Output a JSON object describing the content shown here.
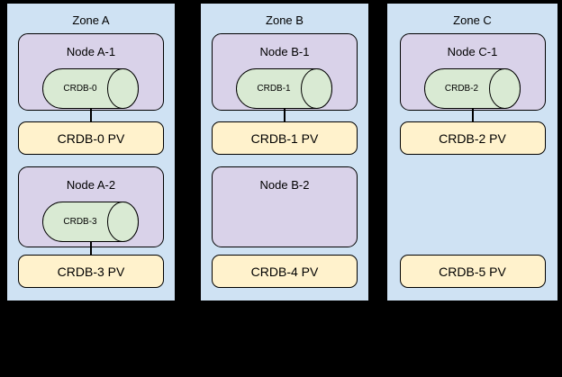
{
  "colors": {
    "background": "#000000",
    "zone_fill": "#cfe2f3",
    "node_fill": "#d9d2e9",
    "pod_fill": "#d9ead3",
    "pv_fill": "#fff2cc",
    "border": "#000000",
    "text": "#000000"
  },
  "zones": [
    {
      "label": "Zone A",
      "nodes": [
        {
          "label": "Node A-1",
          "pod": "CRDB-0",
          "pv": "CRDB-0 PV"
        },
        {
          "label": "Node A-2",
          "pod": "CRDB-3",
          "pv": "CRDB-3 PV"
        }
      ]
    },
    {
      "label": "Zone B",
      "nodes": [
        {
          "label": "Node B-1",
          "pod": "CRDB-1",
          "pv": "CRDB-1 PV"
        },
        {
          "label": "Node B-2",
          "pod": null,
          "pv": "CRDB-4 PV"
        }
      ]
    },
    {
      "label": "Zone C",
      "nodes": [
        {
          "label": "Node C-1",
          "pod": "CRDB-2",
          "pv": "CRDB-2 PV"
        },
        {
          "label": null,
          "pod": null,
          "pv": "CRDB-5 PV"
        }
      ]
    }
  ]
}
